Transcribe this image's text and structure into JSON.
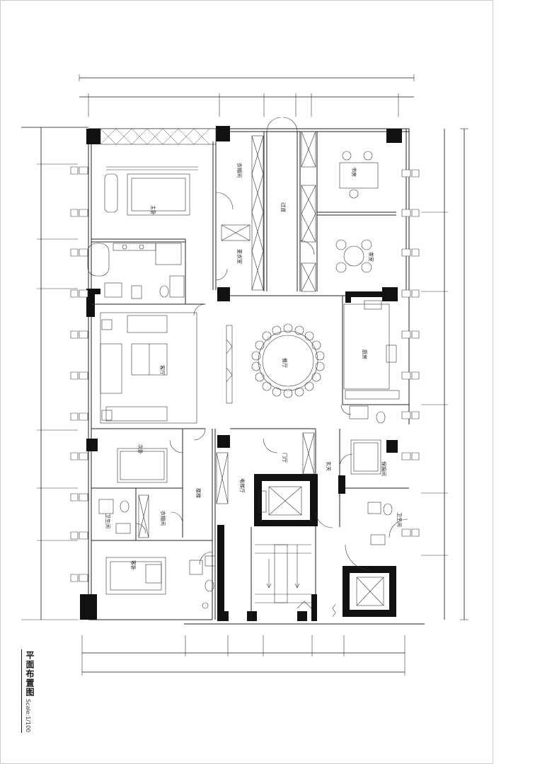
{
  "title_block": {
    "title": "平面布置图",
    "scale": "Scale:1/100"
  },
  "rooms": {
    "bedroom_1": "主卧",
    "corridor_1": "过道",
    "walkin_1": "衣帽间",
    "walkin_2": "更衣室",
    "study": "书房",
    "tea_room": "茶室",
    "living_room": "客厅",
    "dining_room": "餐厅",
    "kitchen": "厨房",
    "bedroom_2": "次卧",
    "hall": "门厅",
    "bath_2": "卫生间",
    "stair": "楼梯",
    "bedroom_3": "客卧",
    "closet_3": "衣帽间",
    "elevator_hall": "电梯厅",
    "lobby": "玄关",
    "maid_room": "保姆间",
    "maid_bath": "卫生间"
  },
  "colors": {
    "wall": "#111111",
    "line": "#222222",
    "background": "#ffffff"
  }
}
